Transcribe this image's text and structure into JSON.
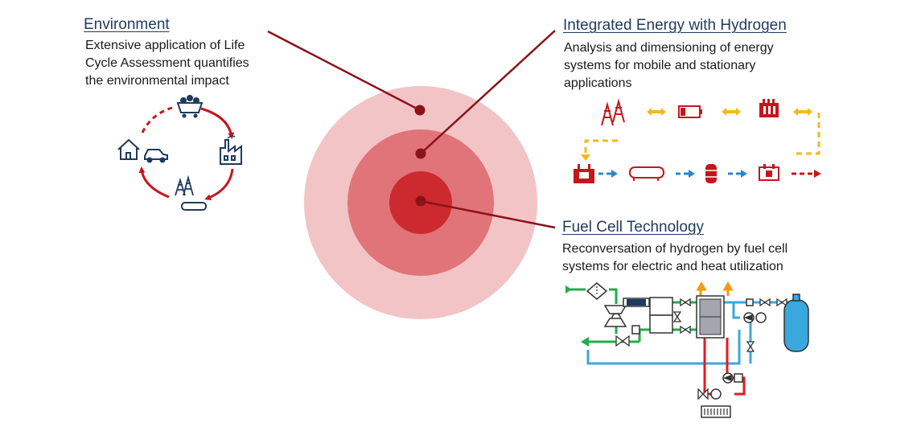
{
  "sections": {
    "environment": {
      "title": "Environment",
      "lines": [
        "Extensive application of Life",
        "Cycle Assessment quantifies",
        "the environmental impact"
      ]
    },
    "integrated": {
      "title": "Integrated Energy with Hydrogen",
      "lines": [
        "Analysis and dimensioning of energy",
        "systems for mobile and stationary",
        "applications"
      ]
    },
    "fuelcell": {
      "title": "Fuel Cell Technology",
      "lines": [
        "Reconversation of hydrogen by fuel cell",
        "systems for electric and heat utilization"
      ]
    }
  },
  "colors": {
    "outer_ring": "#f2c4c6",
    "middle_ring": "#e07478",
    "core": "#cc2a2f",
    "leader": "#8b1218",
    "heading": "#1f3a5f",
    "icon_red": "#c4161c",
    "icon_navy": "#1f3a5f",
    "arrow_yellow": "#f5b81c",
    "arrow_blue": "#2b87c8",
    "pipe_green": "#1fae4b",
    "pipe_blue": "#3aa8dc",
    "pipe_red": "#e5191f"
  },
  "icons": {
    "lca_cycle": [
      "coal-cart-icon",
      "factory-icon",
      "power-pylon-icon",
      "pipeline-icon",
      "house-car-icon"
    ],
    "energy_chain": [
      "power-pylon-icon",
      "battery-icon",
      "electrolyzer-icon",
      "electrolyzer-icon",
      "tank-trailer-icon",
      "gas-cylinder-icon",
      "fuel-cell-icon"
    ]
  }
}
